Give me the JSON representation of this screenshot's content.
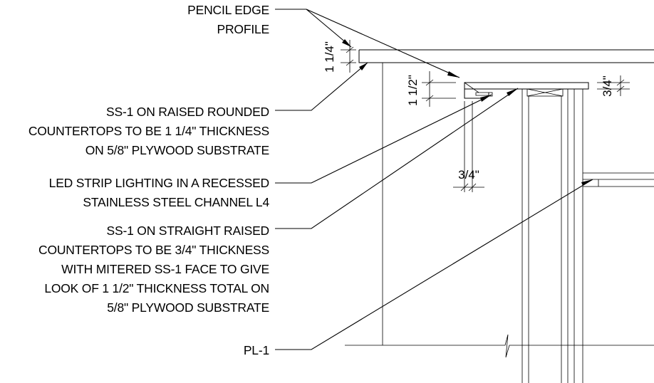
{
  "notes": {
    "pencil_edge": [
      "PENCIL EDGE",
      "PROFILE"
    ],
    "ss1_rounded": [
      "SS-1 ON RAISED  ROUNDED",
      "COUNTERTOPS TO BE 1 1/4\" THICKNESS",
      "ON 5/8\" PLYWOOD SUBSTRATE"
    ],
    "led_strip": [
      "LED STRIP LIGHTING  IN A RECESSED",
      "STAINLESS STEEL CHANNEL L4"
    ],
    "ss1_straight": [
      "SS-1 ON STRAIGHT RAISED",
      "COUNTERTOPS TO BE 3/4\" THICKNESS",
      "WITH MITERED SS-1 FACE TO GIVE",
      "LOOK OF 1 1/2\" THICKNESS TOTAL ON",
      "5/8\" PLYWOOD SUBSTRATE"
    ],
    "pl1": [
      "PL-1"
    ]
  },
  "dimensions": {
    "rounded_thickness": "1 1/4\"",
    "mitered_thickness": "1 1/2\"",
    "straight_thickness": "3/4\"",
    "led_offset": "3/4\""
  }
}
